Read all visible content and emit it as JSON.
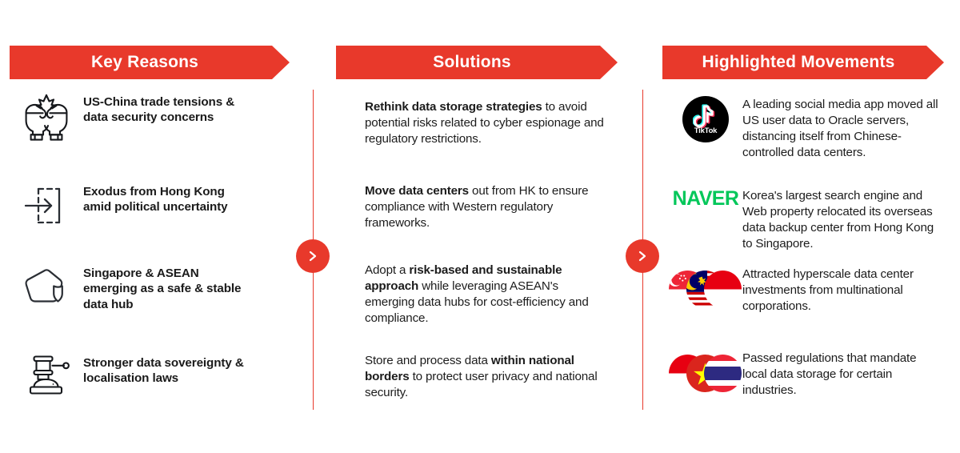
{
  "theme": {
    "accent_red": "#E8392B",
    "text_dark": "#1a1a1a",
    "naver_green": "#03C75A",
    "tiktok_black": "#000000"
  },
  "banners": {
    "reasons": "Key Reasons",
    "solutions": "Solutions",
    "movements": "Highlighted Movements"
  },
  "arrows": {
    "first": "chevron-right",
    "second": "chevron-right"
  },
  "key_reasons": [
    {
      "icon": "boxing-gloves-clash-icon",
      "line1": "US-China trade tensions &",
      "line2": "data security concerns",
      "line3": ""
    },
    {
      "icon": "exit-door-arrow-icon",
      "line1": "Exodus from Hong Kong",
      "line2": "amid political uncertainty",
      "line3": ""
    },
    {
      "icon": "shielded-hub-icon",
      "line1": "Singapore & ASEAN",
      "line2": "emerging as a safe & stable",
      "line3": "data hub"
    },
    {
      "icon": "gavel-icon",
      "line1": "Stronger data sovereignty &",
      "line2": "localisation laws",
      "line3": ""
    }
  ],
  "solutions": [
    {
      "bold_lead": "Rethink data storage strategies",
      "rest": " to avoid potential risks related to cyber espionage and regulatory restrictions.",
      "pre": "",
      "bold_mid": "",
      "tail": ""
    },
    {
      "bold_lead": "Move data centers",
      "rest": " out from HK to ensure compliance with Western regulatory frameworks.",
      "pre": "",
      "bold_mid": "",
      "tail": ""
    },
    {
      "bold_lead": "",
      "rest": "",
      "pre": "Adopt a ",
      "bold_mid": "risk-based and sustainable approach",
      "tail": " while leveraging ASEAN's emerging data hubs for cost-efficiency and compliance."
    },
    {
      "bold_lead": "",
      "rest": "",
      "pre": "Store and process data ",
      "bold_mid": "within national borders",
      "tail": " to protect user privacy and national security."
    }
  ],
  "movements": [
    {
      "logo": "tiktok-logo",
      "logo_word": "TikTok",
      "text": "A leading social media app moved all US user data to Oracle servers, distancing itself from Chinese-controlled data centers."
    },
    {
      "logo": "naver-logo",
      "logo_word": "NAVER",
      "text": "Korea's largest search engine and Web property relocated its overseas data backup center from Hong Kong to Singapore."
    },
    {
      "logo": "flag-cluster-sg-my-id",
      "logo_word": "",
      "flags": [
        "singapore-flag",
        "malaysia-flag",
        "indonesia-flag"
      ],
      "text": "Attracted hyperscale data center investments from multinational corporations."
    },
    {
      "logo": "flag-cluster-id-vn-th",
      "logo_word": "",
      "flags": [
        "indonesia-flag",
        "vietnam-flag",
        "thailand-flag"
      ],
      "text": "Passed regulations that mandate local data storage for certain industries."
    }
  ]
}
